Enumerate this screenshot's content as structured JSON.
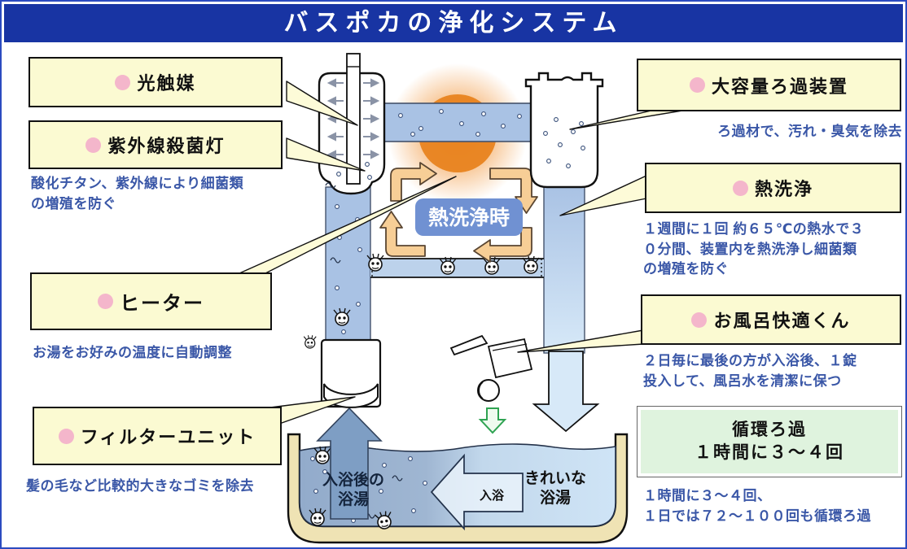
{
  "title": "バスポカの浄化システム",
  "colors": {
    "banner_bg": "#1834A3",
    "label_box_bg": "#FBFAD2",
    "bullet_pink": "#F4B6CB",
    "caption_blue": "#3A57A7",
    "pipe_blue": "#A9C2E4",
    "arrow_orange": "#F7CE96",
    "sun_orange": "#E8831F",
    "hot_wash_badge_bg": "#7091D2",
    "tub_tan": "#EFE3B4",
    "dirty_water": "#92ABCB",
    "clean_water": "#CFE4F6",
    "circulation_box_bg": "#DFF3DE"
  },
  "left_labels": [
    {
      "label": "光触媒"
    },
    {
      "label": "紫外線殺菌灯",
      "caption": "酸化チタン、紫外線により細菌類\nの増殖を防ぐ"
    },
    {
      "label": "ヒーター",
      "caption": "お湯をお好みの温度に自動調整"
    },
    {
      "label": "フィルターユニット",
      "caption": "髪の毛など比較的大きなゴミを除去"
    }
  ],
  "right_labels": [
    {
      "label": "大容量ろ過装置",
      "caption": "ろ過材で、汚れ・臭気を除去"
    },
    {
      "label": "熱洗浄",
      "caption": "１週間に１回 約６５℃の熱水で３\n０分間、装置内を熱洗浄し細菌類\nの増殖を防ぐ"
    },
    {
      "label": "お風呂快適くん",
      "caption": "２日毎に最後の方が入浴後、１錠\n投入して、風呂水を清潔に保つ"
    }
  ],
  "circulation_box": {
    "line1": "循環ろ過",
    "line2": "１時間に３～４回",
    "caption": "１時間に３～４回、\n１日では７２～１００回も循環ろ過"
  },
  "diagram": {
    "hot_wash_badge": "熱洗浄時",
    "dirty_water_line1": "入浴後の",
    "dirty_water_line2": "浴湯",
    "clean_water_line1": "きれいな",
    "clean_water_line2": "浴湯",
    "bathing_arrow": "入浴"
  }
}
